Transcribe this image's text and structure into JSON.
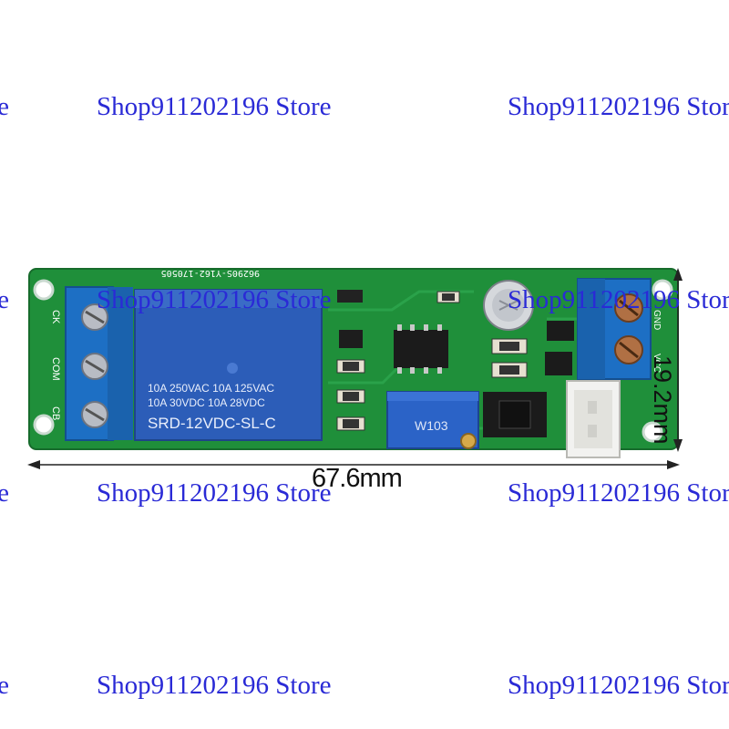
{
  "watermark": {
    "text": "Shop911202196 Store",
    "color": "#2a2ad6"
  },
  "board": {
    "serial": "96290S-Y162-170505",
    "terminal_left_labels": [
      "CK",
      "COM",
      "CB"
    ],
    "terminal_right_labels": [
      "GND",
      "VCC"
    ],
    "relay_text_line1": "10A 250VAC  10A 125VAC",
    "relay_text_line2": "10A  30VDC  10A  28VDC",
    "relay_model": "SRD-12VDC-SL-C",
    "pot_label": "W103",
    "pcb_color": "#1f8f3a",
    "relay_color": "#2c5db8",
    "terminal_color": "#1d6fc4"
  },
  "dimensions": {
    "width_label": "67.6mm",
    "height_label": "19.2mm"
  }
}
